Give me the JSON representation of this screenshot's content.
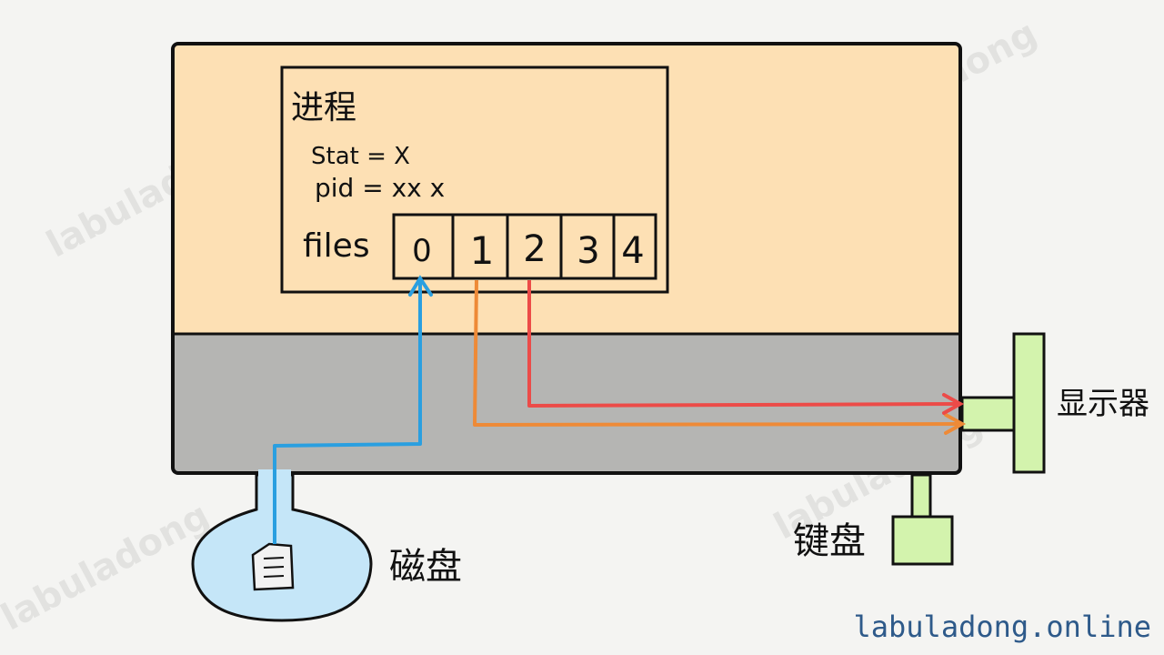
{
  "process": {
    "title": "进程",
    "stat": "Stat = X",
    "pid": "pid = xx x",
    "files_label": "files",
    "fds": [
      "0",
      "1",
      "2",
      "3",
      "4"
    ]
  },
  "devices": {
    "disk": "磁盘",
    "keyboard": "键盘",
    "monitor": "显示器"
  },
  "watermark": "labuladong",
  "site": "labuladong.online",
  "colors": {
    "process_panel": "#fde0b4",
    "kernel_panel": "#b5b5b3",
    "disk": "#c5e6f8",
    "device_green": "#d3f3ad",
    "stdin_arrow": "#2a9fe0",
    "stdout_arrow": "#ee8a37",
    "stderr_arrow": "#ec4b48"
  }
}
